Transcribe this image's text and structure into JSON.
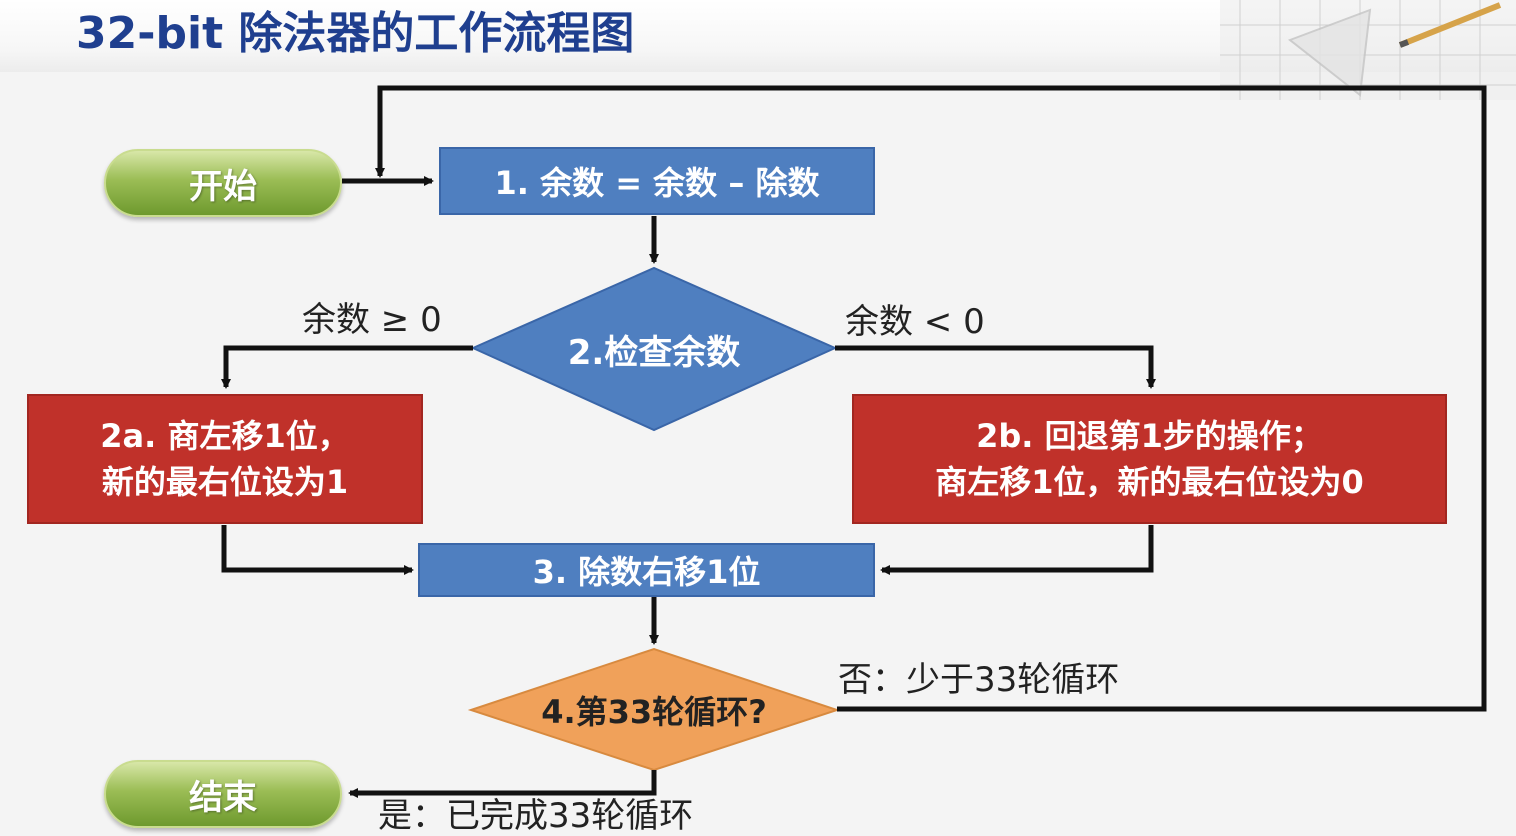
{
  "title": "32-bit 除法器的工作流程图",
  "colors": {
    "title": "#1f3f8f",
    "start_end_fill": "#8db04a",
    "process_blue": "#4f7fc0",
    "process_red": "#c0312a",
    "decision_blue": "#4f7fc0",
    "decision_orange": "#f0a15a",
    "arrow": "#111111"
  },
  "nodes": {
    "start": "开始",
    "step1": "1. 余数 = 余数 – 除数",
    "step2": "2.检查余数",
    "step2a_line1": "2a. 商左移1位，",
    "step2a_line2": "新的最右位设为1",
    "step2b_line1": "2b. 回退第1步的操作；",
    "step2b_line2": "商左移1位，新的最右位设为0",
    "step3": "3. 除数右移1位",
    "step4": "4.第33轮循环?",
    "end": "结束"
  },
  "edge_labels": {
    "ge_zero": "余数 ≥ 0",
    "lt_zero": "余数 < 0",
    "no": "否：少于33轮循环",
    "yes": "是：已完成33轮循环"
  }
}
